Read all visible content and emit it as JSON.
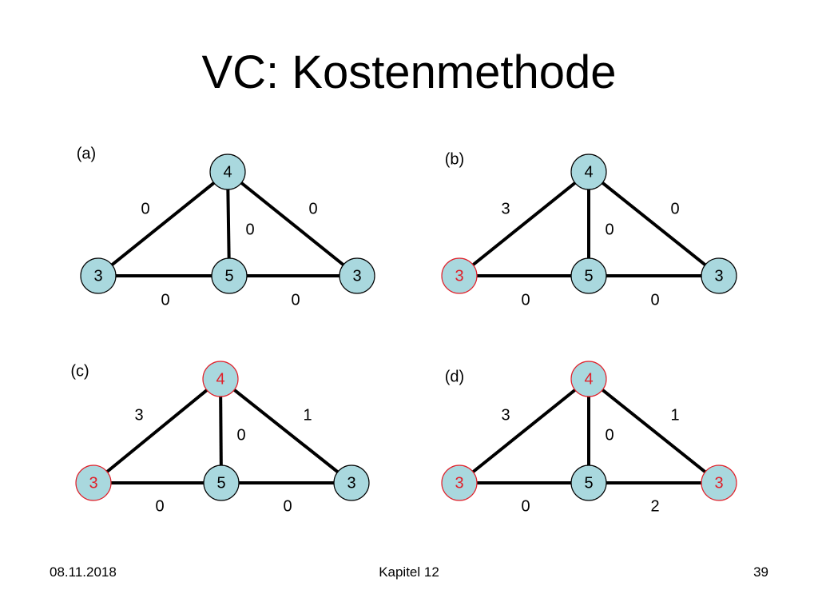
{
  "title": "VC: Kostenmethode",
  "colors": {
    "node_fill": "#a9d8de",
    "node_border_default": "#000000",
    "node_border_selected": "#e0202a",
    "node_text_selected": "#e0202a",
    "edge": "#000000"
  },
  "graphs": [
    {
      "label": "(a)",
      "nodes": {
        "top": {
          "value": "4",
          "selected": false
        },
        "left": {
          "value": "3",
          "selected": false
        },
        "middle": {
          "value": "5",
          "selected": false
        },
        "right": {
          "value": "3",
          "selected": false
        }
      },
      "edges": {
        "top_left": "0",
        "top_right": "0",
        "top_middle": "0",
        "left_middle": "0",
        "middle_right": "0"
      }
    },
    {
      "label": "(b)",
      "nodes": {
        "top": {
          "value": "4",
          "selected": false
        },
        "left": {
          "value": "3",
          "selected": true
        },
        "middle": {
          "value": "5",
          "selected": false
        },
        "right": {
          "value": "3",
          "selected": false
        }
      },
      "edges": {
        "top_left": "3",
        "top_right": "0",
        "top_middle": "0",
        "left_middle": "0",
        "middle_right": "0"
      }
    },
    {
      "label": "(c)",
      "nodes": {
        "top": {
          "value": "4",
          "selected": true
        },
        "left": {
          "value": "3",
          "selected": true
        },
        "middle": {
          "value": "5",
          "selected": false
        },
        "right": {
          "value": "3",
          "selected": false
        }
      },
      "edges": {
        "top_left": "3",
        "top_right": "1",
        "top_middle": "0",
        "left_middle": "0",
        "middle_right": "0"
      }
    },
    {
      "label": "(d)",
      "nodes": {
        "top": {
          "value": "4",
          "selected": true
        },
        "left": {
          "value": "3",
          "selected": true
        },
        "middle": {
          "value": "5",
          "selected": false
        },
        "right": {
          "value": "3",
          "selected": true
        }
      },
      "edges": {
        "top_left": "3",
        "top_right": "1",
        "top_middle": "0",
        "left_middle": "0",
        "middle_right": "2"
      }
    }
  ],
  "footer": {
    "date": "08.11.2018",
    "chapter": "Kapitel 12",
    "page": "39"
  }
}
